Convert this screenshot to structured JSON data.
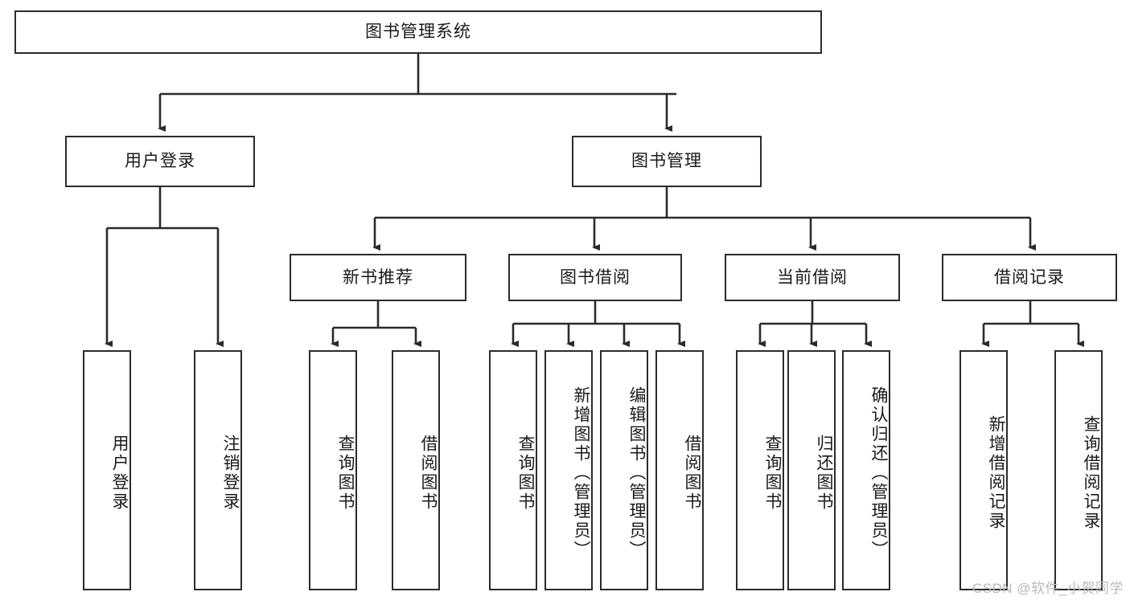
{
  "diagram": {
    "type": "tree-hierarchy",
    "title": "图书管理系统",
    "root": {
      "label": "图书管理系统"
    },
    "level2": [
      {
        "id": "user-login",
        "label": "用户登录"
      },
      {
        "id": "book-management",
        "label": "图书管理"
      }
    ],
    "level3": [
      {
        "id": "new-book-recommend",
        "label": "新书推荐",
        "parent": "book-management"
      },
      {
        "id": "book-borrow",
        "label": "图书借阅",
        "parent": "book-management"
      },
      {
        "id": "current-borrow",
        "label": "当前借阅",
        "parent": "book-management"
      },
      {
        "id": "borrow-record",
        "label": "借阅记录",
        "parent": "book-management"
      }
    ],
    "leaves": [
      {
        "id": "leaf-user-login",
        "label": "用户登录",
        "parent": "user-login"
      },
      {
        "id": "leaf-logout-login",
        "label": "注销登录",
        "parent": "user-login"
      },
      {
        "id": "leaf-query-book-1",
        "label": "查询图书",
        "parent": "new-book-recommend"
      },
      {
        "id": "leaf-borrow-book-1",
        "label": "借阅图书",
        "parent": "new-book-recommend"
      },
      {
        "id": "leaf-query-book-2",
        "label": "查询图书",
        "parent": "book-borrow"
      },
      {
        "id": "leaf-add-book",
        "label": "新增图书（管理员）",
        "parent": "book-borrow"
      },
      {
        "id": "leaf-edit-book",
        "label": "编辑图书（管理员）",
        "parent": "book-borrow"
      },
      {
        "id": "leaf-borrow-book-2",
        "label": "借阅图书",
        "parent": "book-borrow"
      },
      {
        "id": "leaf-query-book-3",
        "label": "查询图书",
        "parent": "current-borrow"
      },
      {
        "id": "leaf-return-book",
        "label": "归还图书",
        "parent": "current-borrow"
      },
      {
        "id": "leaf-confirm-return",
        "label": "确认归还（管理员）",
        "parent": "current-borrow"
      },
      {
        "id": "leaf-add-record",
        "label": "新增借阅记录",
        "parent": "borrow-record"
      },
      {
        "id": "leaf-query-record",
        "label": "查询借阅记录",
        "parent": "borrow-record"
      }
    ],
    "colors": {
      "stroke": "#2b2b2b",
      "fill": "#ffffff",
      "text": "#1a1a1a",
      "watermark": "#b9b9b9"
    }
  },
  "watermark": {
    "text": "CSDN @软件_小贺同学"
  }
}
